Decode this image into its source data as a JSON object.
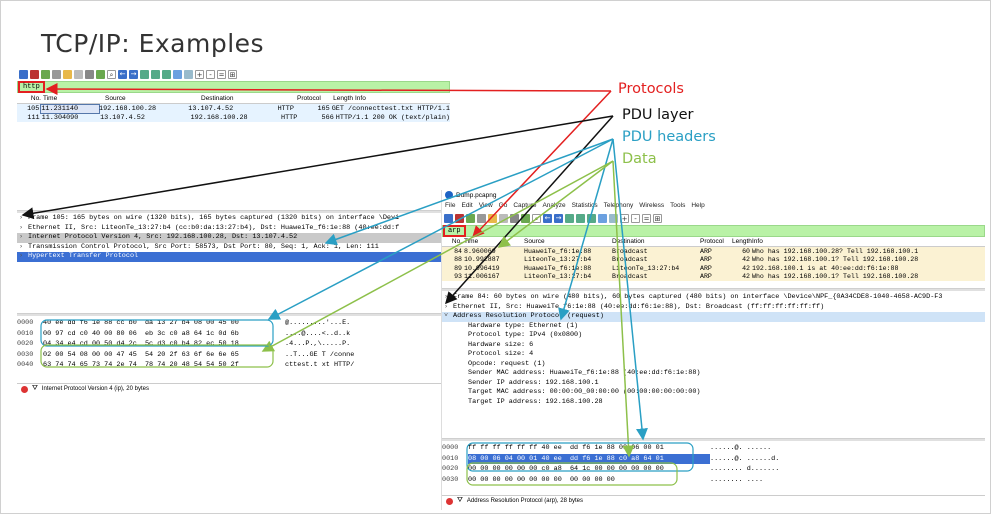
{
  "slide": {
    "title": "TCP/IP: Examples",
    "colors": {
      "protocols": "#e32020",
      "pdu_layer": "#111111",
      "pdu_headers": "#2a9fc4",
      "data": "#8dc04a"
    }
  },
  "annotations": {
    "protocols": "Protocols",
    "pdu_layer": "PDU layer",
    "pdu_headers": "PDU headers",
    "data": "Data"
  },
  "ws1": {
    "filter": "http",
    "columns": [
      "No.",
      "Time",
      "Source",
      "Destination",
      "Protocol",
      "Length",
      "Info"
    ],
    "packets": [
      {
        "no": "105",
        "time": "11.231140",
        "src": "192.168.100.28",
        "dst": "13.107.4.52",
        "proto": "HTTP",
        "len": "165",
        "info": "GET /connecttest.txt HTTP/1.1"
      },
      {
        "no": "111",
        "time": "11.304090",
        "src": "13.107.4.52",
        "dst": "192.168.100.28",
        "proto": "HTTP",
        "len": "566",
        "info": "HTTP/1.1 200 OK  (text/plain)"
      }
    ],
    "details": [
      "Frame 105: 165 bytes on wire (1320 bits), 165 bytes captured (1320 bits) on interface \\Devi",
      "Ethernet II, Src: LiteonTe_13:27:b4 (cc:b0:da:13:27:b4), Dst: HuaweiTe_f6:1e:88 (40:ee:dd:f",
      "Internet Protocol Version 4, Src: 192.168.100.28, Dst: 13.107.4.52",
      "Transmission Control Protocol, Src Port: 58573, Dst Port: 80, Seq: 1, Ack: 1, Len: 111",
      "Hypertext Transfer Protocol"
    ],
    "hex": [
      {
        "off": "0000",
        "bytes": "40 ee dd f6 1e 88 cc b0  da 13 27 b4 08 00 45 00",
        "ascii": "@.........'...E."
      },
      {
        "off": "0010",
        "bytes": "00 97 cd c0 40 00 80 06  eb 3c c0 a8 64 1c 0d 6b",
        "ascii": "....@....<..d..k"
      },
      {
        "off": "0020",
        "bytes": "04 34 e4 cd 00 50 d4 2c  5c d3 c0 b4 82 ec 50 18",
        "ascii": ".4...P.,\\.....P."
      },
      {
        "off": "0030",
        "bytes": "02 00 54 08 00 00 47 45  54 20 2f 63 6f 6e 6e 65",
        "ascii": "..T...GE T /conne"
      },
      {
        "off": "0040",
        "bytes": "63 74 74 65 73 74 2e 74  78 74 20 48 54 54 50 2f",
        "ascii": "cttest.t xt HTTP/"
      }
    ],
    "status": "Internet Protocol Version 4 (ip), 20 bytes"
  },
  "ws2": {
    "title": "Dump.pcapng",
    "menu": [
      "File",
      "Edit",
      "View",
      "Go",
      "Capture",
      "Analyze",
      "Statistics",
      "Telephony",
      "Wireless",
      "Tools",
      "Help"
    ],
    "filter": "arp",
    "columns": [
      "No.",
      "Time",
      "Source",
      "Destination",
      "Protocol",
      "Length",
      "Info"
    ],
    "packets": [
      {
        "no": "84",
        "time": "8.960069",
        "src": "HuaweiTe_f6:1e:88",
        "dst": "Broadcast",
        "proto": "ARP",
        "len": "60",
        "info": "Who has 192.168.100.28? Tell 192.168.100.1"
      },
      {
        "no": "88",
        "time": "10.992887",
        "src": "LiteonTe_13:27:b4",
        "dst": "Broadcast",
        "proto": "ARP",
        "len": "42",
        "info": "Who has 192.168.100.1? Tell 192.168.100.28"
      },
      {
        "no": "89",
        "time": "10.996419",
        "src": "HuaweiTe_f6:1e:88",
        "dst": "LiteonTe_13:27:b4",
        "proto": "ARP",
        "len": "42",
        "info": "192.168.100.1 is at 40:ee:dd:f6:1e:88"
      },
      {
        "no": "93",
        "time": "11.006167",
        "src": "LiteonTe_13:27:b4",
        "dst": "Broadcast",
        "proto": "ARP",
        "len": "42",
        "info": "Who has 192.168.100.1? Tell 192.168.100.28"
      }
    ],
    "details": [
      "Frame 84: 60 bytes on wire (480 bits), 60 bytes captured (480 bits) on interface \\Device\\NPF_{0A34CDE8-1040-4658-AC9D-F3",
      "Ethernet II, Src: HuaweiTe_f6:1e:88 (40:ee:dd:f6:1e:88), Dst: Broadcast (ff:ff:ff:ff:ff:ff)",
      "Address Resolution Protocol (request)"
    ],
    "arp_fields": [
      "Hardware type: Ethernet (1)",
      "Protocol type: IPv4 (0x0800)",
      "Hardware size: 6",
      "Protocol size: 4",
      "Opcode: request (1)",
      "Sender MAC address: HuaweiTe_f6:1e:88 (40:ee:dd:f6:1e:88)",
      "Sender IP address: 192.168.100.1",
      "Target MAC address: 00:00:00_00:00:00 (00:00:00:00:00:00)",
      "Target IP address: 192.168.100.28"
    ],
    "hex": [
      {
        "off": "0000",
        "bytes": "ff ff ff ff ff ff 40 ee  dd f6 1e 88 08 06 00 01",
        "ascii": "......@. ......"
      },
      {
        "off": "0010",
        "bytes": "08 00 06 04 00 01 40 ee  dd f6 1e 88 c0 a8 64 01",
        "ascii": "......@. ......d."
      },
      {
        "off": "0020",
        "bytes": "00 00 00 00 00 00 c0 a8  64 1c 00 00 00 00 00 00",
        "ascii": "........ d......."
      },
      {
        "off": "0030",
        "bytes": "00 00 00 00 00 00 00 00  00 00 00 00",
        "ascii": "........ ...."
      }
    ],
    "status": "Address Resolution Protocol (arp), 28 bytes"
  }
}
